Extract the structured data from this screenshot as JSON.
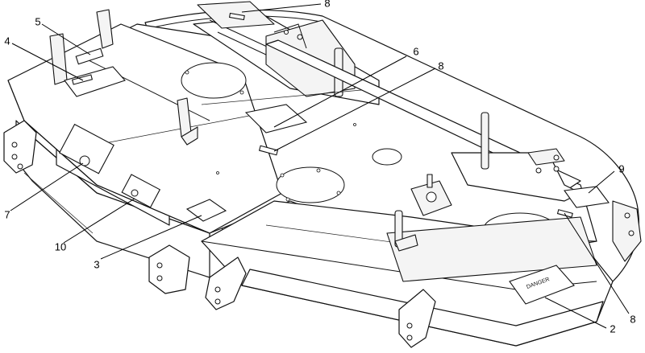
{
  "callouts": {
    "c8_top": "8",
    "c5": "5",
    "c4": "4",
    "c6": "6",
    "c8_mid": "8",
    "c9": "9",
    "c7": "7",
    "c10": "10",
    "c3": "3",
    "c2": "2",
    "c8_bottom": "8"
  },
  "decals": {
    "danger": "DANGER"
  }
}
